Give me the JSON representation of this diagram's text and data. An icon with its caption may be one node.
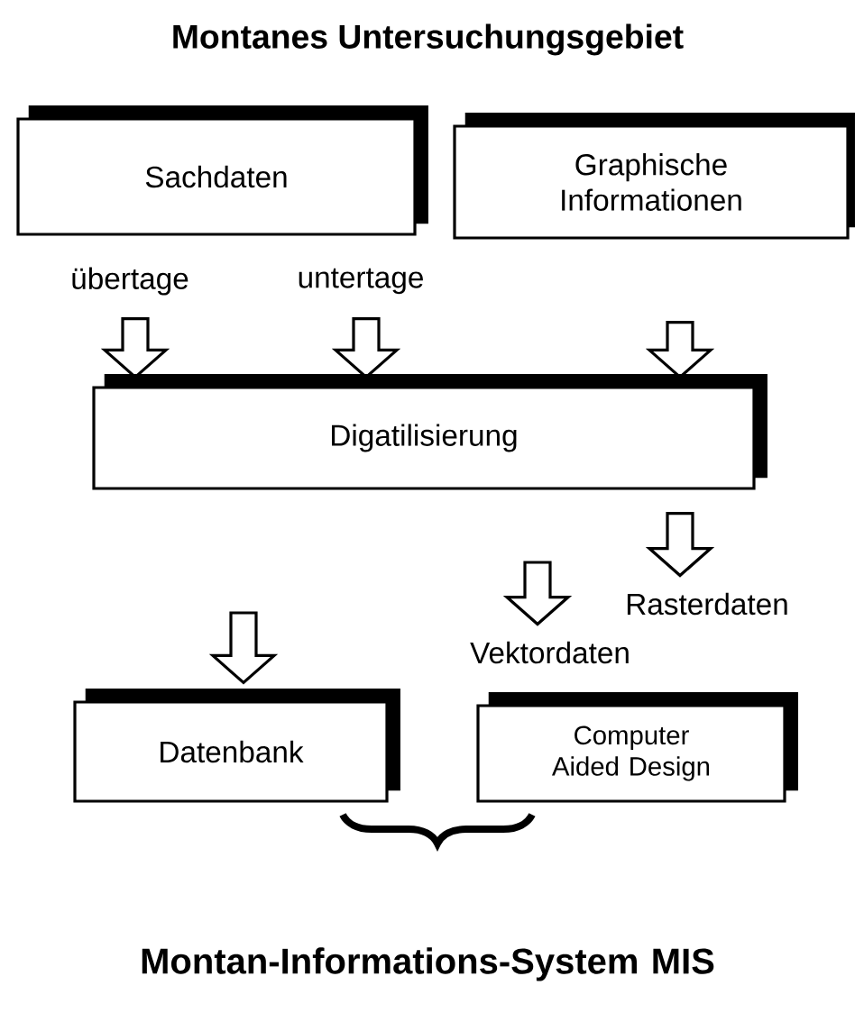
{
  "diagram": {
    "title": "Montanes Untersuchungsgebiet",
    "caption": "Montan-Informations-System MIS",
    "nodes": [
      {
        "text": [
          "Sachdaten"
        ]
      },
      {
        "text": [
          "Graphische Informationen"
        ]
      },
      {
        "text": [
          "Digatilisierung"
        ]
      },
      {
        "text": [
          "Rasterdaten"
        ]
      },
      {
        "text": [
          "Vektordaten"
        ]
      },
      {
        "text": [
          "Datenbank"
        ]
      },
      {
        "text": [
          "Computer Aided Design"
        ]
      }
    ],
    "edges": [
      {
        "from": 0,
        "to": 2,
        "arrow": "to",
        "label": "übertage"
      },
      {
        "from": 0,
        "to": 2,
        "arrow": "to",
        "label": "untertage"
      },
      {
        "from": 1,
        "to": 2,
        "arrow": "to"
      },
      {
        "from": 2,
        "to": 3,
        "arrow": "to"
      },
      {
        "from": null,
        "to": 4,
        "arrow": "to"
      },
      {
        "from": null,
        "to": 5,
        "arrow": "to"
      }
    ]
  }
}
